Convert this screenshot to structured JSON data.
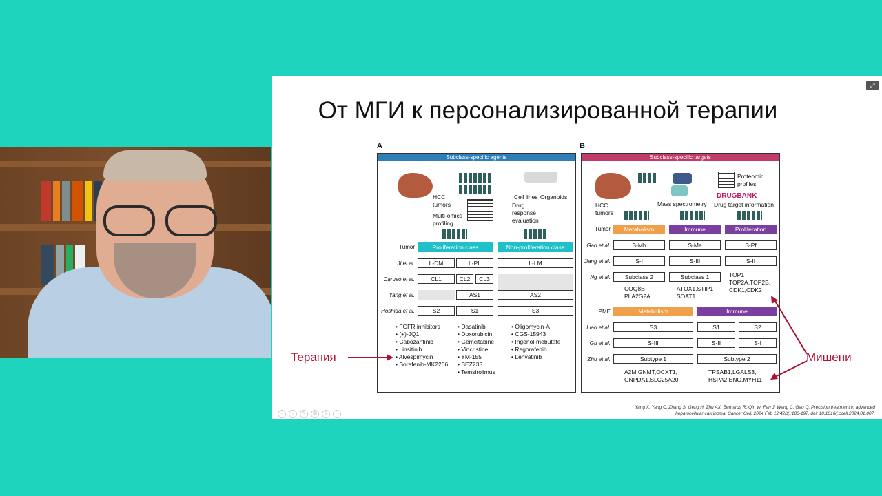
{
  "slide": {
    "title": "От МГИ к персонализированной терапии",
    "expand_icon": "expand-icon",
    "citation_line1": "Yang X, Yang C, Zhang S, Geng H, Zhu AX, Bernards R, Qin W, Fan J, Wang C, Gao Q. Precision treatment in advanced",
    "citation_line2": "hepatocellular carcinoma. Cancer Cell. 2024 Feb 12;42(2):180-197. doi: 10.1016/j.ccell.2024.01.007.",
    "therapy_label": "Терапия",
    "targets_label": "Мишени",
    "accent_red": "#b01030"
  },
  "panel_a": {
    "letter": "A",
    "header": "Subclass-specific agents",
    "hcc": "HCC\ntumors",
    "multiomics": "Multi-omics\nprofiling",
    "cell_lines": "Cell lines",
    "organoids": "Organoids",
    "drug_response": "Drug\nresponse\nevaluation",
    "row_tumor": "Tumor",
    "prolif": "Proliferation class",
    "nonprolif": "Non-proliferation class",
    "rows": [
      {
        "label": "Ji et al.",
        "c1": "L-DM",
        "c2": "L-PL",
        "c3": "L-LM"
      },
      {
        "label": "Caruso et al.",
        "c1": "CL1",
        "c2a": "CL2",
        "c2b": "CL3"
      },
      {
        "label": "Yang et al.",
        "c2": "AS1",
        "c3": "AS2"
      },
      {
        "label": "Hoshida et al.",
        "c1": "S2",
        "c2": "S1",
        "c3": "S3"
      }
    ],
    "drugs_col1": [
      "• FGFR inhibitors",
      "• (+)-JQ1",
      "• Cabozantinib",
      "• Linsitinib",
      "• Alvespimycin",
      "• Sorafenib-MK2206"
    ],
    "drugs_col2": [
      "• Dasatinib",
      "• Doxorubicin",
      "• Gemcitabine",
      "• Vincristine",
      "• YM-155",
      "• BEZ235",
      "• Temsirolimus"
    ],
    "drugs_col3": [
      "• Oligomycin-A",
      "• CGS-15943",
      "• Ingenol-mebutate",
      "• Regorafenib",
      "• Lenvatinib"
    ]
  },
  "panel_b": {
    "letter": "B",
    "header": "Subclass-specific targets",
    "hcc": "HCC\ntumors",
    "mass_spec": "Mass spectrometry",
    "proteomic": "Proteomic\nprofiles",
    "drugbank": "DRUGBANK",
    "drug_target": "Drug target information",
    "row_tumor": "Tumor",
    "metabolism": "Metabolism",
    "immune": "Immune",
    "proliferation": "Proliferation",
    "gao": {
      "label": "Gao et al.",
      "c1": "S-Mb",
      "c2": "S-Me",
      "c3": "S-Pf"
    },
    "jiang": {
      "label": "Jiang et al.",
      "c1": "S-I",
      "c2": "S-III",
      "c3": "S-II"
    },
    "ng": {
      "label": "Ng et al.",
      "c1": "Subclass 2",
      "c2": "Subclass 1",
      "c3": "TOP1\nTOP2A,TOP2B,\nCDK1,CDK2"
    },
    "ng_targets1": "COQ8B\nPLA2G2A",
    "ng_targets2": "ATOX1,STIP1\nSOAT1",
    "row_pme": "PME",
    "pme_metabolism": "Metabolism",
    "pme_immune": "Immune",
    "liao": {
      "label": "Liao et al.",
      "c1": "S3",
      "c2": "S1",
      "c3": "S2"
    },
    "gu": {
      "label": "Gu et al.",
      "c1": "S-III",
      "c2": "S-II",
      "c3": "S-I"
    },
    "zhu": {
      "label": "Zhu et al.",
      "c1": "Subtype 1",
      "c2": "Subtype 2"
    },
    "zhu_targets1": "A2M,GNMT,OCXT1,\nGNPDA1,SLC25A20",
    "zhu_targets2": "TPSAB1,LGALS3,\nHSPA2,ENG,MYH11"
  }
}
